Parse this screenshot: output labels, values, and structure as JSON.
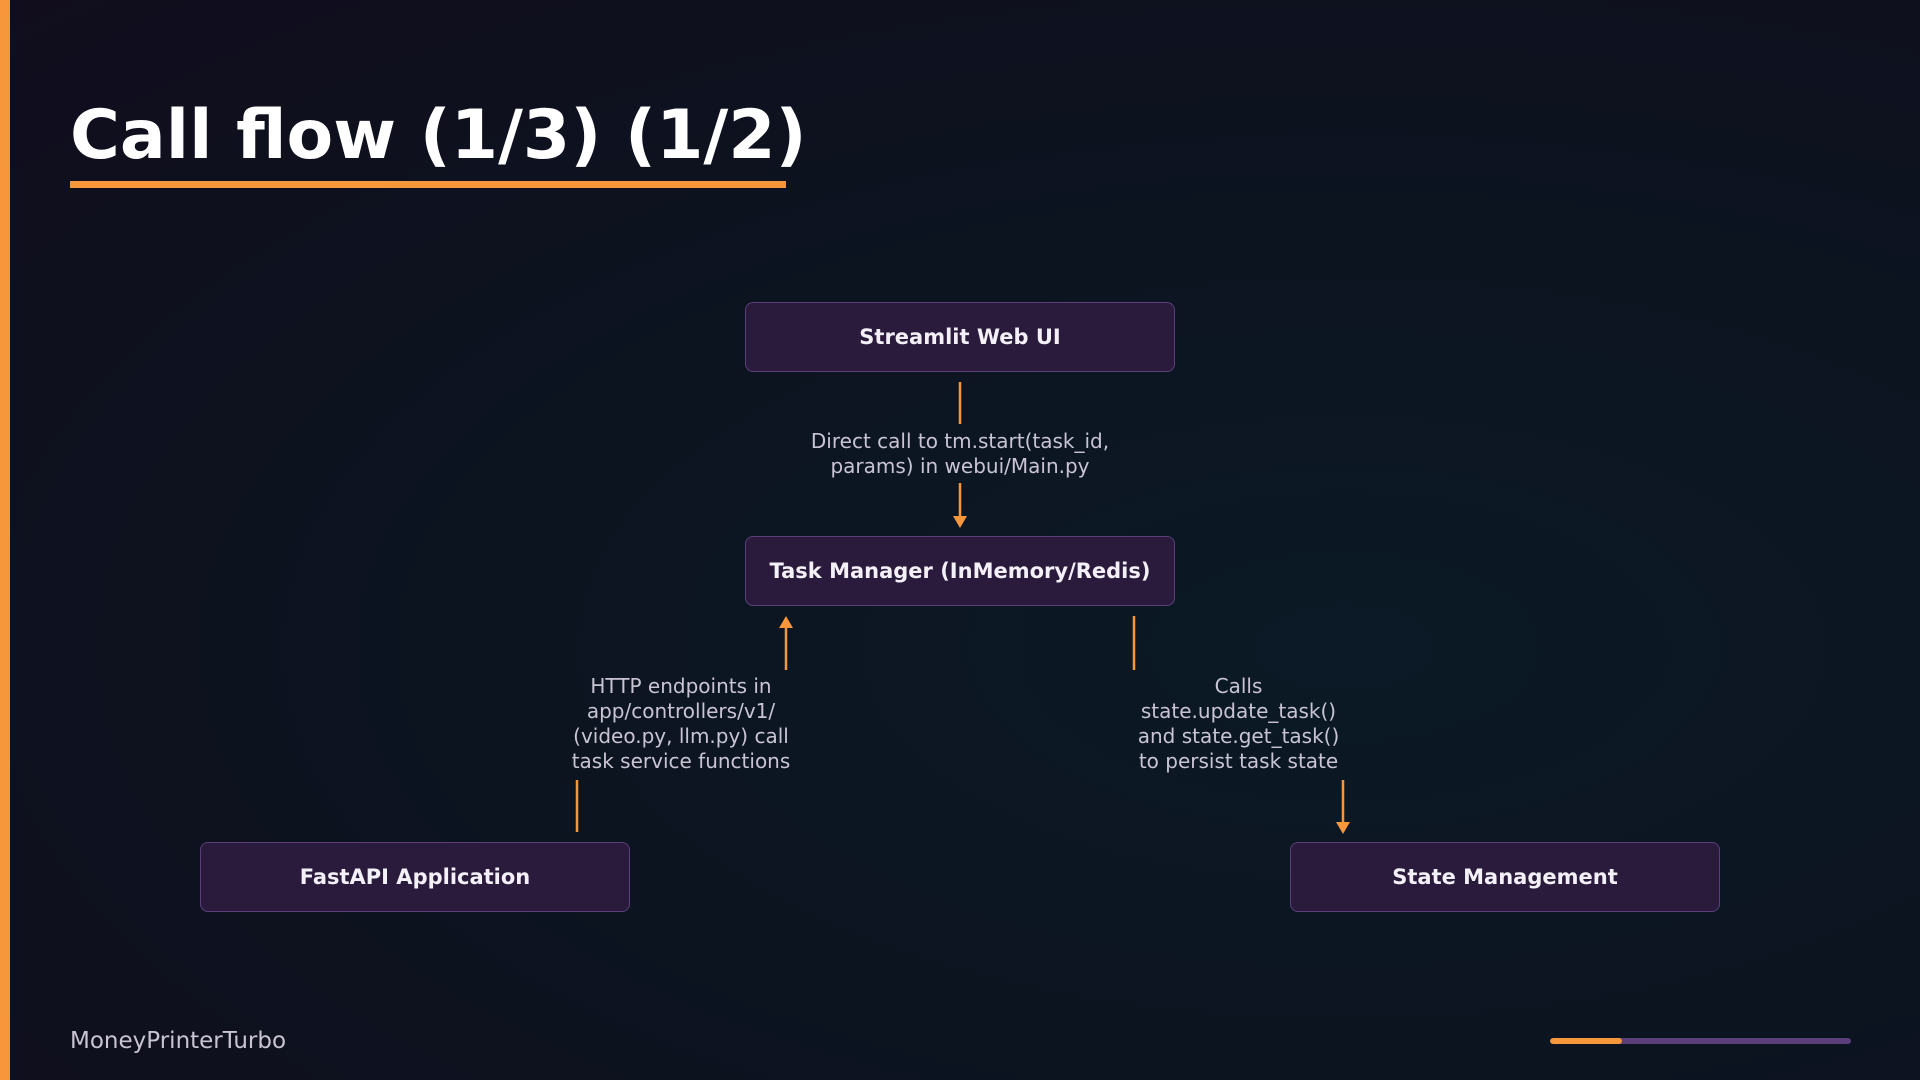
{
  "slide": {
    "title": "Call flow (1/3) (1/2)",
    "footer": "MoneyPrinterTurbo",
    "progress": 0.24
  },
  "diagram": {
    "nodes": [
      {
        "id": "streamlit",
        "label": "Streamlit Web UI"
      },
      {
        "id": "taskmgr",
        "label": "Task Manager (InMemory/Redis)"
      },
      {
        "id": "fastapi",
        "label": "FastAPI Application"
      },
      {
        "id": "state",
        "label": "State Management"
      }
    ],
    "edges": [
      {
        "from": "streamlit",
        "to": "taskmgr",
        "label": "Direct call to tm.start(task_id,\nparams) in webui/Main.py"
      },
      {
        "from": "fastapi",
        "to": "taskmgr",
        "label": "HTTP endpoints in\napp/controllers/v1/\n(video.py, llm.py) call\ntask service functions"
      },
      {
        "from": "taskmgr",
        "to": "state",
        "label": "Calls\nstate.update_task()\nand state.get_task()\nto persist task state"
      }
    ]
  },
  "colors": {
    "accent": "#f5973a",
    "node_fill": "#2a1a3c",
    "node_border": "#5a3f7a",
    "edge_label": "#c9c4d4"
  }
}
